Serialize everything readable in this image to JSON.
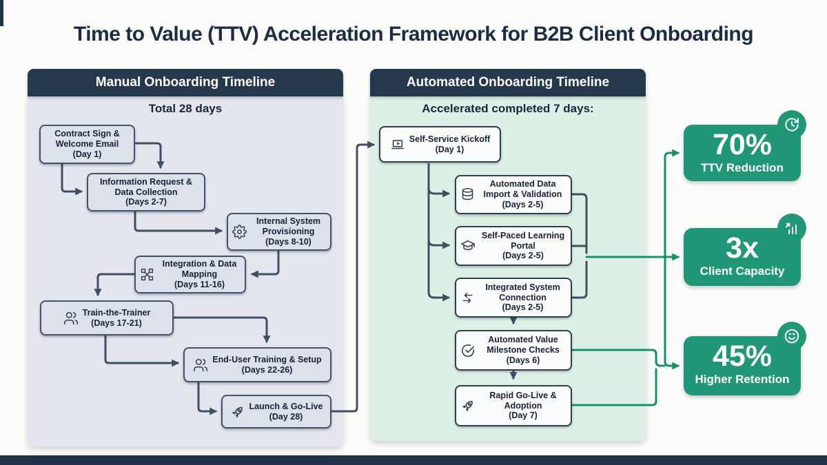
{
  "title": "Time to Value (TTV) Acceleration Framework for B2B Client Onboarding",
  "manual": {
    "header": "Manual Onboarding Timeline",
    "subtitle": "Total 28 days",
    "steps": [
      {
        "label": "Contract Sign & Welcome Email",
        "days": "(Day 1)"
      },
      {
        "label": "Information Request & Data Collection",
        "days": "(Days 2-7)"
      },
      {
        "label": "Internal System Provisioning",
        "days": "(Days 8-10)",
        "icon": "gear-icon"
      },
      {
        "label": "Integration & Data Mapping",
        "days": "(Days 11-16)",
        "icon": "data-mapping-icon"
      },
      {
        "label": "Train-the-Trainer",
        "days": "(Days 17-21)",
        "icon": "people-icon"
      },
      {
        "label": "End-User Training & Setup",
        "days": "(Days 22-26)",
        "icon": "people-icon"
      },
      {
        "label": "Launch & Go-Live",
        "days": "(Day 28)",
        "icon": "rocket-icon"
      }
    ]
  },
  "automated": {
    "header": "Automated Onboarding Timeline",
    "subtitle": "Accelerated completed 7 days:",
    "steps": [
      {
        "label": "Self-Service Kickoff",
        "days": "(Day 1)",
        "icon": "laptop-icon"
      },
      {
        "label": "Automated Data Import & Validation",
        "days": "(Days 2-5)",
        "icon": "database-icon"
      },
      {
        "label": "Self-Paced Learning Portal",
        "days": "(Days 2-5)",
        "icon": "graduation-cap-icon"
      },
      {
        "label": "Integrated System Connection",
        "days": "(Days 2-5)",
        "icon": "swap-arrows-icon"
      },
      {
        "label": "Automated Value Milestone Checks",
        "days": "(Days 6)",
        "icon": "check-circle-icon"
      },
      {
        "label": "Rapid Go-Live & Adoption",
        "days": "(Day 7)",
        "icon": "rocket-icon"
      }
    ]
  },
  "outcomes": [
    {
      "value": "70%",
      "label": "TTV Reduction",
      "icon": "history-clock-icon"
    },
    {
      "value": "3x",
      "label": "Client Capacity",
      "icon": "bar-chart-icon"
    },
    {
      "value": "45%",
      "label": "Higher Retention",
      "icon": "smiley-icon"
    }
  ],
  "colors": {
    "navy_header": "#26394c",
    "title_text": "#1d2c44",
    "manual_panel_bg": "#e4e6ed",
    "manual_box_bg": "#dde1ea",
    "automated_panel_bg": "#def0e6",
    "automated_box_bg": "#fbfdfc",
    "outcome_green": "#209878",
    "connector_slate": "#3f4e63",
    "connector_teal": "#12916c"
  }
}
